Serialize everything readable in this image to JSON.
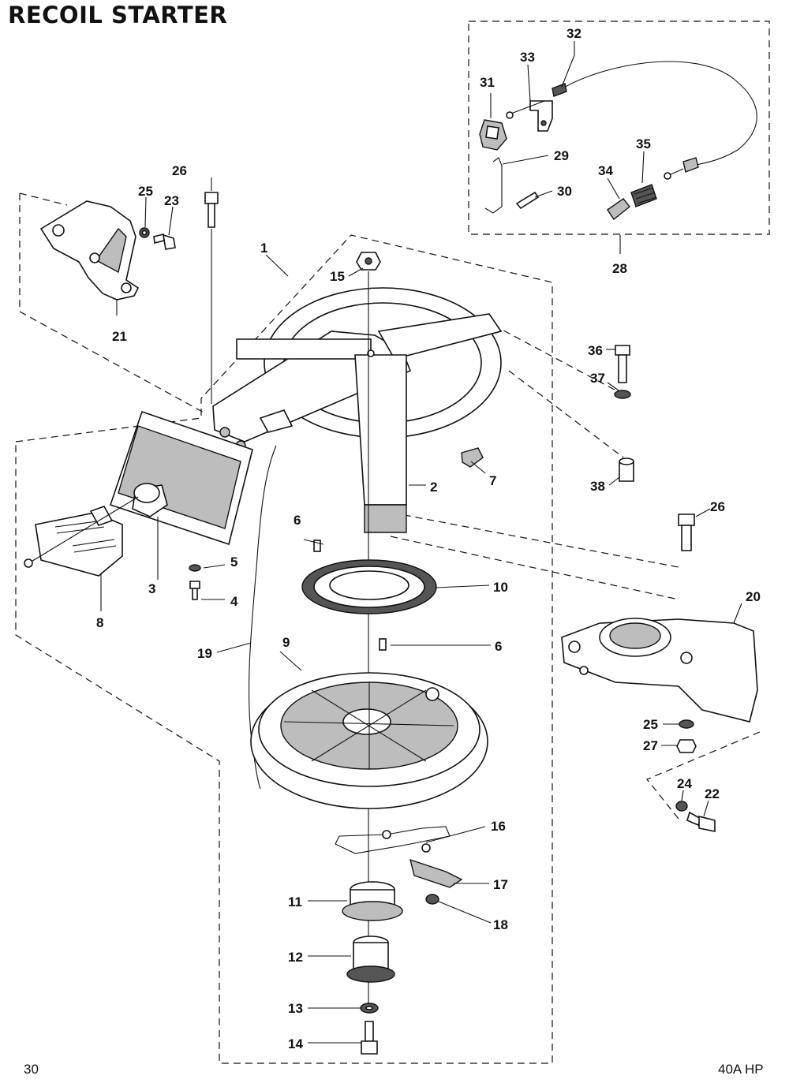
{
  "title": "RECOIL STARTER",
  "page_number": "30",
  "model": "40A  HP",
  "callouts": [
    "1",
    "2",
    "3",
    "4",
    "5",
    "6",
    "6",
    "7",
    "8",
    "9",
    "10",
    "11",
    "12",
    "13",
    "14",
    "15",
    "16",
    "17",
    "18",
    "19",
    "20",
    "21",
    "22",
    "23",
    "24",
    "25",
    "25",
    "26",
    "26",
    "27",
    "28",
    "29",
    "30",
    "31",
    "32",
    "33",
    "34",
    "35",
    "36",
    "37",
    "38"
  ]
}
